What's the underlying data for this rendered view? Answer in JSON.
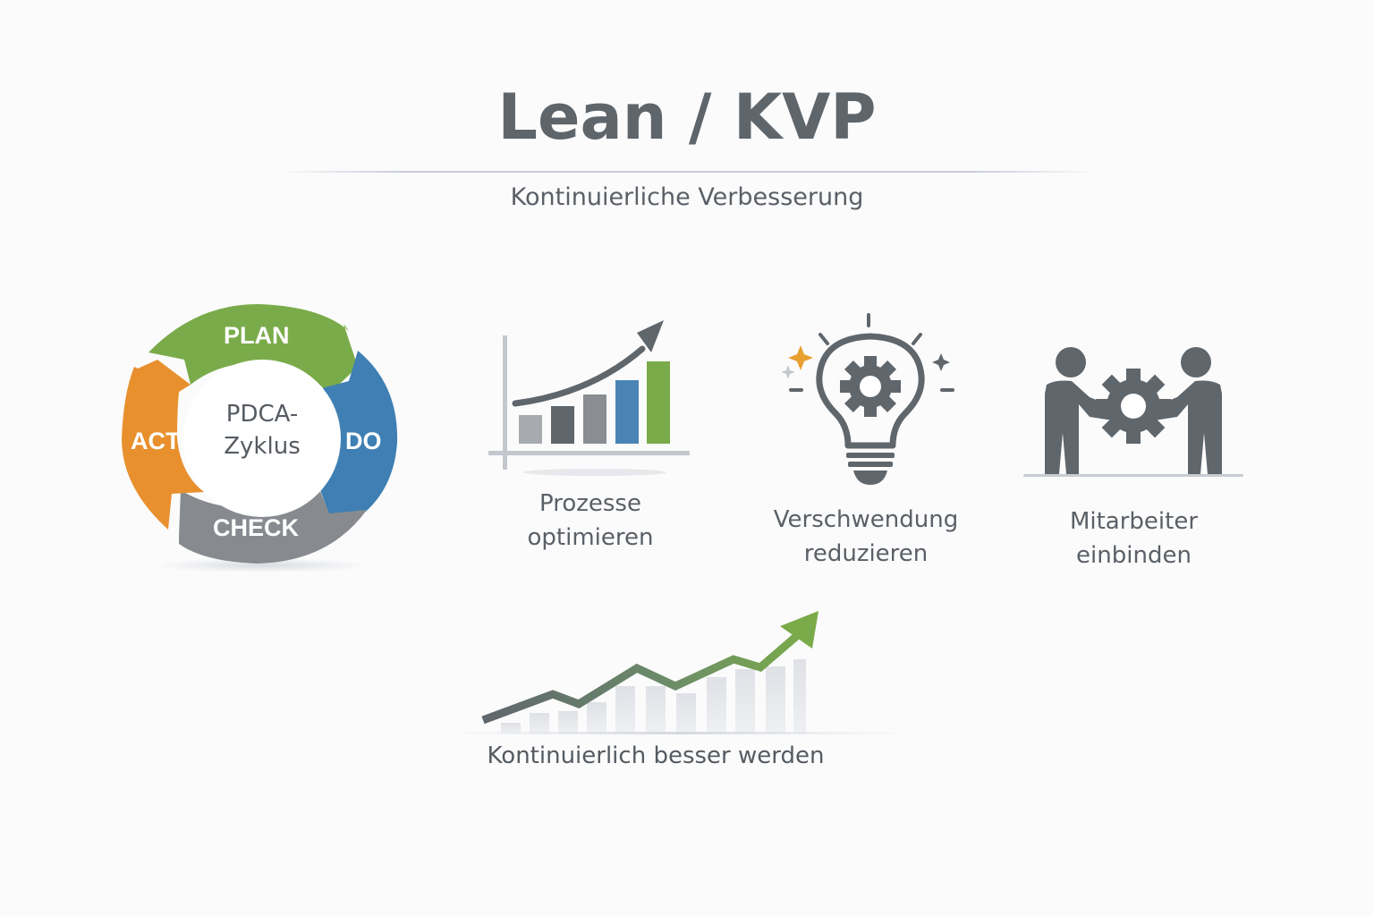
{
  "header": {
    "title": "Lean / KVP",
    "subtitle": "Kontinuierliche Verbesserung"
  },
  "pdca": {
    "center_line1": "PDCA-",
    "center_line2": "Zyklus",
    "segments": [
      {
        "label": "PLAN",
        "color": "#7aab4a"
      },
      {
        "label": "DO",
        "color": "#3f7fb3"
      },
      {
        "label": "CHECK",
        "color": "#878b8f"
      },
      {
        "label": "ACT",
        "color": "#e8902e"
      }
    ]
  },
  "features": [
    {
      "id": "prozesse",
      "line1": "Prozesse",
      "line2": "optimieren",
      "icon": "bar-chart-growth-icon"
    },
    {
      "id": "verschwendung",
      "line1": "Verschwendung",
      "line2": "reduzieren",
      "icon": "lightbulb-gear-icon"
    },
    {
      "id": "mitarbeiter",
      "line1": "Mitarbeiter",
      "line2": "einbinden",
      "icon": "people-gear-icon"
    }
  ],
  "bottom": {
    "caption": "Kontinuierlich besser werden",
    "icon": "trend-arrow-icon"
  },
  "colors": {
    "green": "#7aab4a",
    "blue": "#3f7fb3",
    "gray": "#878b8f",
    "orange": "#e8902e",
    "dark": "#5f666c"
  }
}
